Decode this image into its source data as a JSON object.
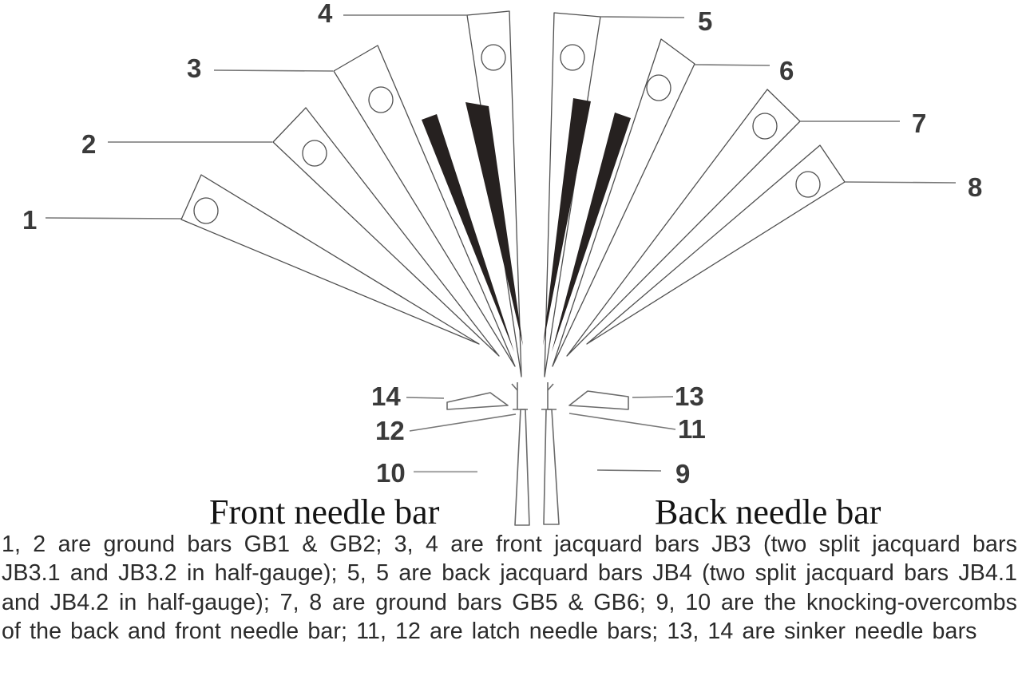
{
  "diagram": {
    "callouts": {
      "c1": "1",
      "c2": "2",
      "c3": "3",
      "c4": "4",
      "c5": "5",
      "c6": "6",
      "c7": "7",
      "c8": "8",
      "c9": "9",
      "c10": "10",
      "c11": "11",
      "c12": "12",
      "c13": "13",
      "c14": "14"
    },
    "needle_bars": {
      "front": "Front needle bar",
      "back": "Back needle bar"
    }
  },
  "caption": {
    "text": "1, 2 are ground bars GB1 & GB2; 3, 4 are front jacquard bars JB3 (two split jacquard bars JB3.1 and JB3.2 in half-gauge); 5, 5 are back jacquard bars JB4 (two split jacquard bars JB4.1 and JB4.2 in half-gauge); 7, 8 are ground bars GB5 & GB6; 9, 10 are the knocking-overcombs of the back and front needle bar; 11, 12 are latch needle bars; 13, 14 are sinker needle bars"
  },
  "colors": {
    "background": "#ffffff",
    "ink": "#3a3a3a",
    "line": "#777777",
    "jacquard_fill": "#262120"
  }
}
